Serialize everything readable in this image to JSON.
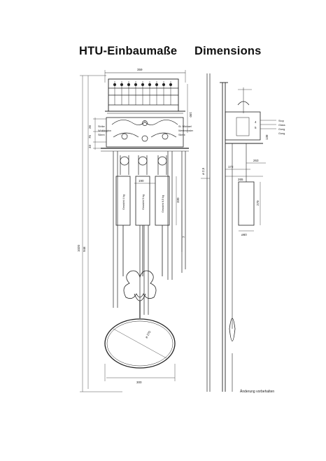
{
  "title_de": "HTU-Einbaumaße",
  "title_en": "Dimensions",
  "note": "Änderung vorbehalten",
  "dimensions": {
    "top_width": "359",
    "frame_height": "180",
    "weight_spacing": "190",
    "weight_length": "330",
    "pendulum_length": "1020",
    "pendulum_length_2": "946",
    "bob_diameter": "ø 270",
    "bob_width": "300",
    "side_depth_1": "172",
    "side_depth_2": "263",
    "side_depth_3": "265",
    "side_weight_len": "270",
    "side_weight_dia": "ø60",
    "side_offset": "138",
    "side_small": "ø 2,5",
    "left_a": "26",
    "left_b": "75",
    "left_c": "33",
    "top_a": "4",
    "top_b": "5",
    "side_c": "7"
  },
  "labels": {
    "strike": "Strike",
    "whittington": "Whittington",
    "silent": "Silent",
    "st_michael": "St. Michael",
    "westminster": "Westminster",
    "silent2": "Silent",
    "gewicht_4": "Gewicht 4 kg",
    "gewicht_5": "Gewicht 5 kg",
    "gewicht_6": "Gewicht 6,5 kg",
    "stop": "Stop",
    "glass": "Glass",
    "gong": "Gong",
    "gong2": "Gong"
  }
}
